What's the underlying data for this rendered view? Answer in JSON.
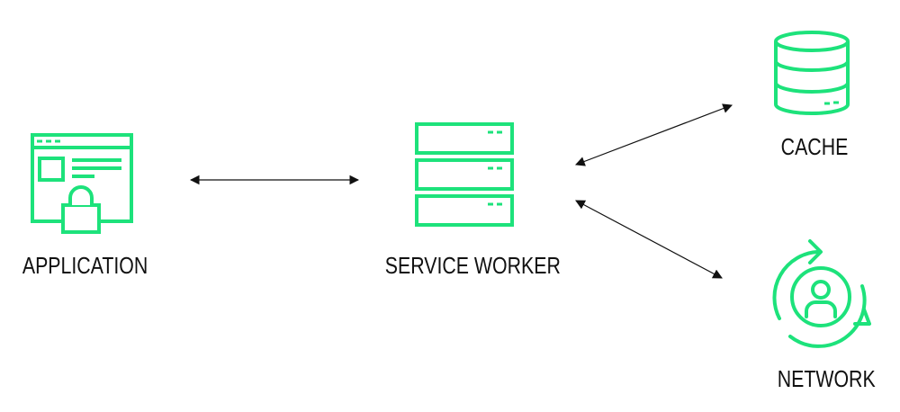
{
  "colors": {
    "accent": "#1de27b",
    "text": "#111111",
    "arrow": "#111111"
  },
  "nodes": {
    "application": {
      "label": "APPLICATION",
      "icon": "locked-browser-window-icon"
    },
    "service_worker": {
      "label": "SERVICE WORKER",
      "icon": "server-stack-icon"
    },
    "cache": {
      "label": "CACHE",
      "icon": "database-icon"
    },
    "network": {
      "label": "NETWORK",
      "icon": "user-sync-icon"
    }
  },
  "edges": [
    {
      "from": "application",
      "to": "service_worker",
      "direction": "bidirectional"
    },
    {
      "from": "service_worker",
      "to": "cache",
      "direction": "bidirectional"
    },
    {
      "from": "service_worker",
      "to": "network",
      "direction": "bidirectional"
    }
  ]
}
